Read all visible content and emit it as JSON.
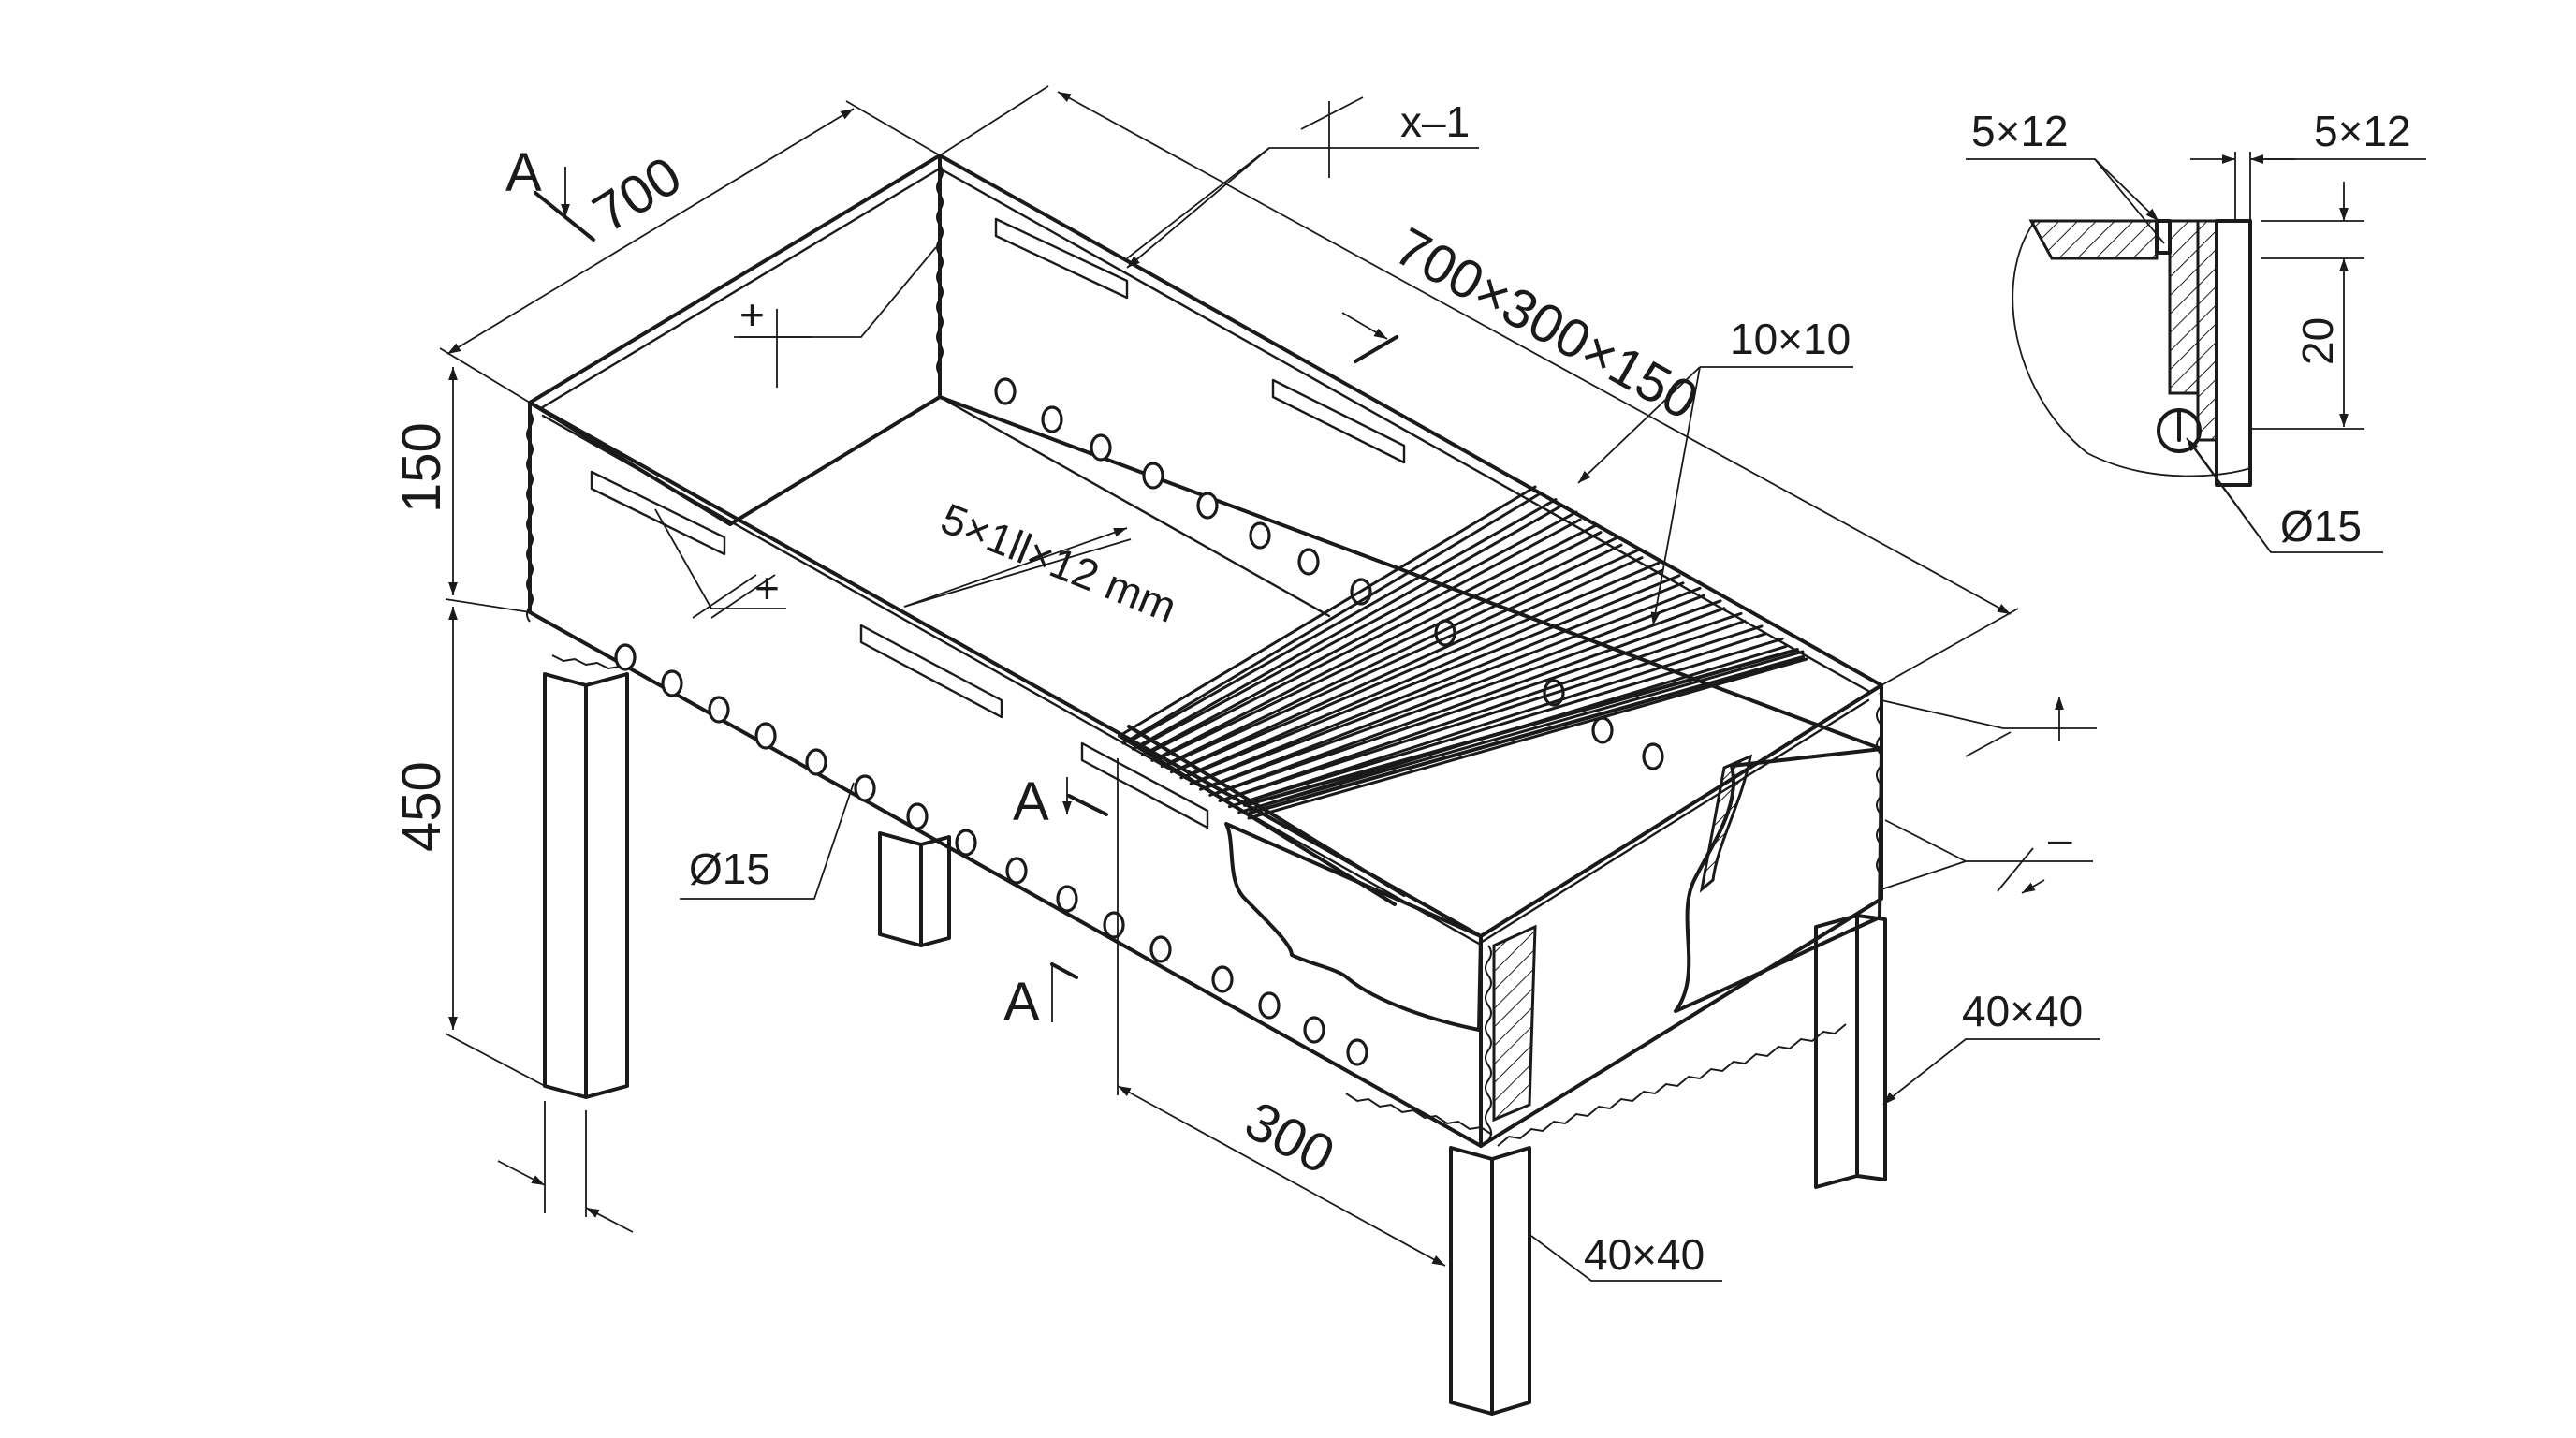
{
  "drawing": {
    "dims": {
      "length": "700",
      "box_height": "150",
      "leg_height": "450",
      "width": "300",
      "grid_size": "700×300×150",
      "rod": "10×10",
      "slot": "5×1ll×12 mm",
      "hole_dia": "Ø15",
      "leg_section_front": "40×40",
      "leg_section_side": "40×40"
    },
    "section": {
      "mark_top": "A",
      "mark_mid": "A",
      "mark_low": "A"
    },
    "symbols": {
      "x_minus_one": "x–1",
      "plus_one": "+",
      "plus_two": "+",
      "plus_three": "+",
      "minus": "–"
    },
    "detail": {
      "slot_left": "5×12",
      "slot_right": "5×12",
      "height": "20",
      "hole": "Ø15"
    }
  }
}
